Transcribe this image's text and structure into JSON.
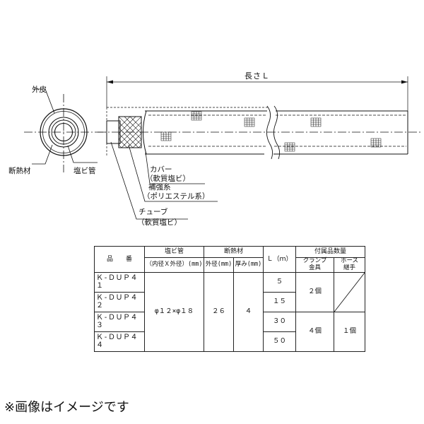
{
  "diagram": {
    "length_label": "長さＬ",
    "cross_section": {
      "outer_skin": "外皮",
      "insulation": "断熱材",
      "pvc_pipe": "塩ビ管"
    },
    "callouts": {
      "cover": "カバー",
      "cover_material": "（軟質塩ビ）",
      "reinforcement": "補強糸",
      "reinforcement_material": "（ポリエステル系）",
      "tube": "チューブ",
      "tube_material": "（軟質塩ビ）"
    }
  },
  "spec_table": {
    "headers": {
      "product_code": "品　　番",
      "pvc_pipe": "塩ビ管",
      "pvc_pipe_sub": "（内径Ｘ外径）(mm)",
      "insulation": "断熱材",
      "outer_diameter": "外径(mm)",
      "thickness": "厚み(mm)",
      "length": "Ｌ（ｍ）",
      "accessories": "付属品数量",
      "clamp": "クランプ",
      "clamp2": "金具",
      "hose": "ホース",
      "hose2": "継手"
    },
    "rows": [
      {
        "code": "Ｋ-ＤＵＰ４１",
        "length": "５"
      },
      {
        "code": "Ｋ-ＤＵＰ４２",
        "length": "１５"
      },
      {
        "code": "Ｋ-ＤＵＰ４３",
        "length": "３０"
      },
      {
        "code": "Ｋ-ＤＵＰ４４",
        "length": "５０"
      }
    ],
    "pvc_value": "φ１２×φ１８",
    "outer_diameter_value": "２６",
    "thickness_value": "４",
    "clamp_qty_1": "２個",
    "clamp_qty_2": "４個",
    "hose_qty": "１個"
  },
  "caption": "※画像はイメージです"
}
